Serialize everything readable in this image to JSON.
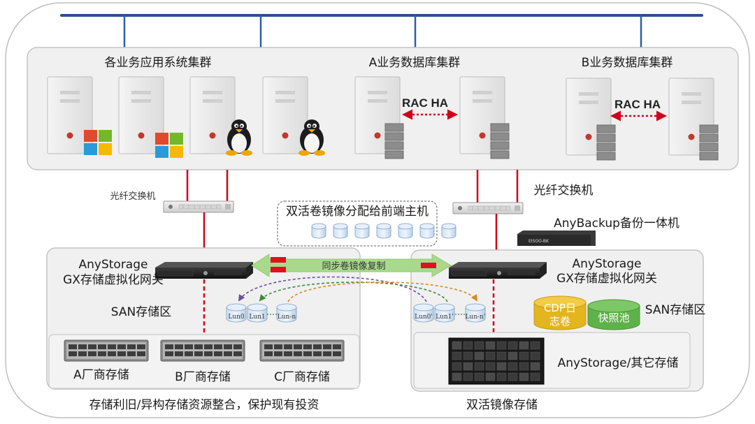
{
  "colors": {
    "backbone": "#2b4f8a",
    "fiber_link": "#d0021b",
    "panel_border": "#c9c9c9",
    "server_body": "#e9e9e9",
    "server_led": "#c0392b",
    "sync_arrow": "#8dcc6e",
    "cdp_cylinder": "#e3b51e",
    "snapshot_cylinder": "#5fb24a",
    "mirror_arrow_purple": "#6b4ea0",
    "mirror_arrow_green": "#3d8a3d",
    "mirror_arrow_orange": "#d98a2a"
  },
  "icons": [
    "windows-logo-icon",
    "linux-tux-icon",
    "server-tower-icon",
    "disk-stack-icon",
    "lun-cylinder-icon",
    "fiber-switch-icon",
    "rack-storage-icon"
  ],
  "top_cluster": {
    "app_cluster_label": "各业务应用系统集群",
    "db_a_label": "A业务数据库集群",
    "db_b_label": "B业务数据库集群",
    "rac_a_label": "RAC HA",
    "rac_b_label": "RAC HA"
  },
  "switches": {
    "left_label": "光纤交换机",
    "right_label": "光纤交换机"
  },
  "backup_appliance": {
    "label": "AnyBackup备份一体机",
    "badge": "EISOO-BK"
  },
  "mirror_allocation": {
    "label": "双活卷镜像分配给前端主机",
    "volume_count": 7
  },
  "sync": {
    "label": "同步卷镜像复制"
  },
  "left_site": {
    "gateway_label_line1": "AnyStorage",
    "gateway_label_line2": "GX存储虚拟化网关",
    "san_label": "SAN存储区",
    "luns": [
      "Lun0",
      "Lun1",
      "Lun-n"
    ],
    "vendors": [
      "A厂商存储",
      "B厂商存储",
      "C厂商存储"
    ],
    "caption": "存储利旧/异构存储资源整合，保护现有投资"
  },
  "right_site": {
    "gateway_label_line1": "AnyStorage",
    "gateway_label_line2": "GX存储虚拟化网关",
    "san_label": "SAN存储区",
    "luns": [
      "Lun0'",
      "Lun1'",
      "Lun-n'"
    ],
    "cdp_line1": "CDP日",
    "cdp_line2": "志卷",
    "snapshot_label": "快照池",
    "storage_label": "AnyStorage/其它存储",
    "caption": "双活镜像存储"
  }
}
